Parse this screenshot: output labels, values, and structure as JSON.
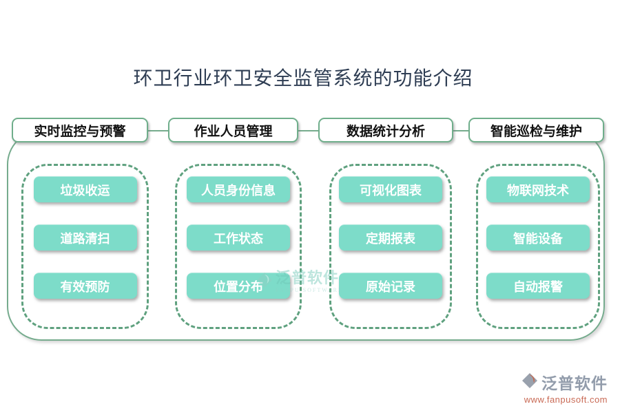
{
  "title": "环卫行业环卫安全监管系统的功能介绍",
  "columns": [
    {
      "header": "实时监控与预警",
      "items": [
        "垃圾收运",
        "道路清扫",
        "有效预防"
      ]
    },
    {
      "header": "作业人员管理",
      "items": [
        "人员身份信息",
        "工作状态",
        "位置分布"
      ]
    },
    {
      "header": "数据统计分析",
      "items": [
        "可视化图表",
        "定期报表",
        "原始记录"
      ]
    },
    {
      "header": "智能巡检与维护",
      "items": [
        "物联网技术",
        "智能设备",
        "自动报警"
      ]
    }
  ],
  "watermark": {
    "name": "泛普软件",
    "subtitle": "FANPU SOFTWARE"
  },
  "footer": {
    "brand": "泛普软件",
    "url": "www.fanpusoft.com"
  },
  "colors": {
    "title_text": "#2e3d53",
    "tab_border": "#6fae8b",
    "frame_border": "#75ab8d",
    "dashed_border": "#5fa17f",
    "pill_fill": "#7ddcc9",
    "pill_text": "#ffffff",
    "brand_gray": "#929cab",
    "brand_orange": "#c96a55"
  }
}
